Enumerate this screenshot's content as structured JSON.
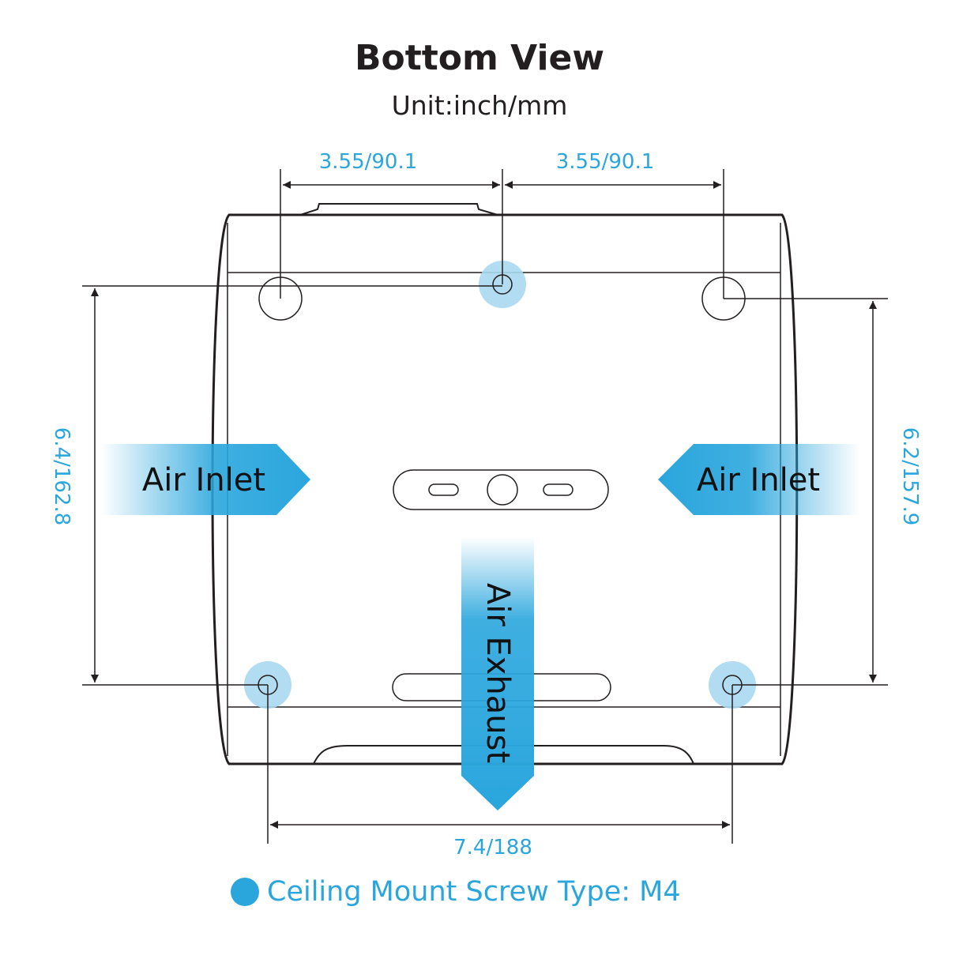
{
  "header": {
    "title": "Bottom View",
    "unit": "Unit:inch/mm"
  },
  "dimensions": {
    "top_left_width": "3.55/90.1",
    "top_right_width": "3.55/90.1",
    "left_height": "6.4/162.8",
    "right_height": "6.2/157.9",
    "bottom_width": "7.4/188"
  },
  "airflow": {
    "left_inlet": "Air Inlet",
    "right_inlet": "Air Inlet",
    "exhaust": "Air Exhaust"
  },
  "legend": {
    "label": "Ceiling Mount Screw Type: M4"
  },
  "colors": {
    "accent": "#2aa6dd",
    "screw_highlight": "#a9d8ef",
    "outline": "#231f20"
  }
}
